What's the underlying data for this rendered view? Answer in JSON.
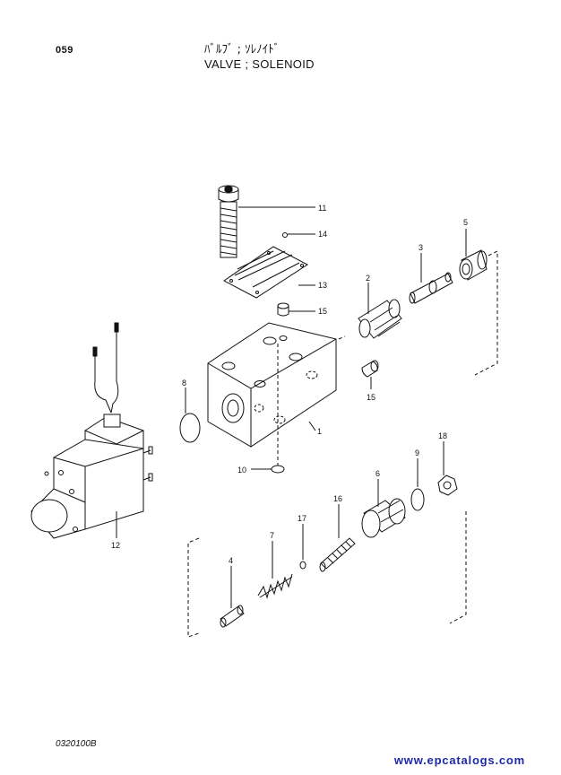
{
  "header": {
    "page_number": "059",
    "title_jp": "ﾊﾞﾙﾌﾞ ; ｿﾚﾉｲﾄﾞ",
    "title_en": "VALVE ; SOLENOID"
  },
  "footer": {
    "drawing_code": "0320100B",
    "watermark": "www.epcatalogs.com"
  },
  "callouts": {
    "c1": "1",
    "c2": "2",
    "c3": "3",
    "c4": "4",
    "c5": "5",
    "c6": "6",
    "c7": "7",
    "c8": "8",
    "c9": "9",
    "c10": "10",
    "c11": "11",
    "c12": "12",
    "c13": "13",
    "c14": "14",
    "c15a": "15",
    "c15b": "15",
    "c16": "16",
    "c17": "17",
    "c18": "18"
  }
}
